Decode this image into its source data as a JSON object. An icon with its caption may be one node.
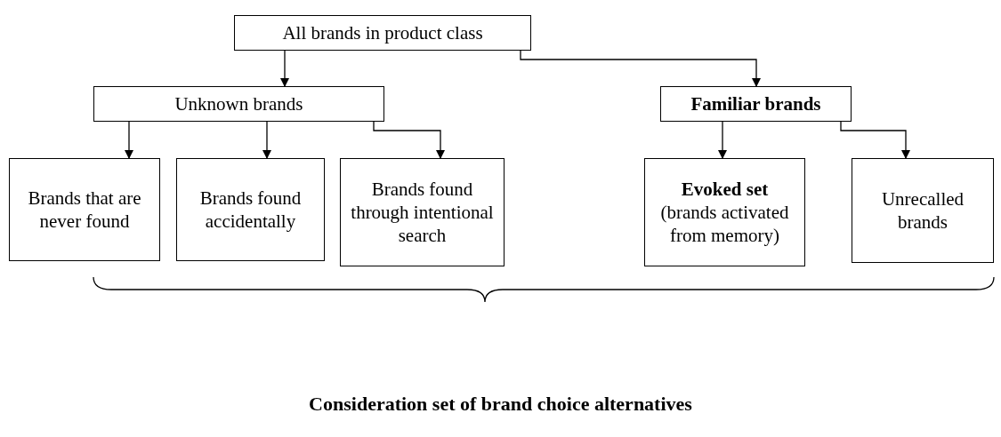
{
  "diagram": {
    "caption": "Consideration set of brand choice alternatives",
    "nodes": [
      {
        "text": [
          "All brands in product class"
        ]
      },
      {
        "text": [
          "Unknown brands"
        ]
      },
      {
        "text": [
          "Familiar brands"
        ]
      },
      {
        "text": [
          "Brands that are never found"
        ]
      },
      {
        "text": [
          "Brands found accidentally"
        ]
      },
      {
        "text": [
          "Brands found through intentional search"
        ]
      },
      {
        "text": [
          "Evoked set",
          "(brands activated from memory)"
        ]
      },
      {
        "text": [
          "Unrecalled brands"
        ]
      }
    ],
    "edges": [
      {
        "from": 0,
        "to": 1,
        "arrow": "to"
      },
      {
        "from": 0,
        "to": 2,
        "arrow": "to"
      },
      {
        "from": 1,
        "to": 3,
        "arrow": "to"
      },
      {
        "from": 1,
        "to": 4,
        "arrow": "to"
      },
      {
        "from": 1,
        "to": 5,
        "arrow": "to"
      },
      {
        "from": 2,
        "to": 6,
        "arrow": "to"
      },
      {
        "from": 2,
        "to": 7,
        "arrow": "to"
      }
    ]
  }
}
